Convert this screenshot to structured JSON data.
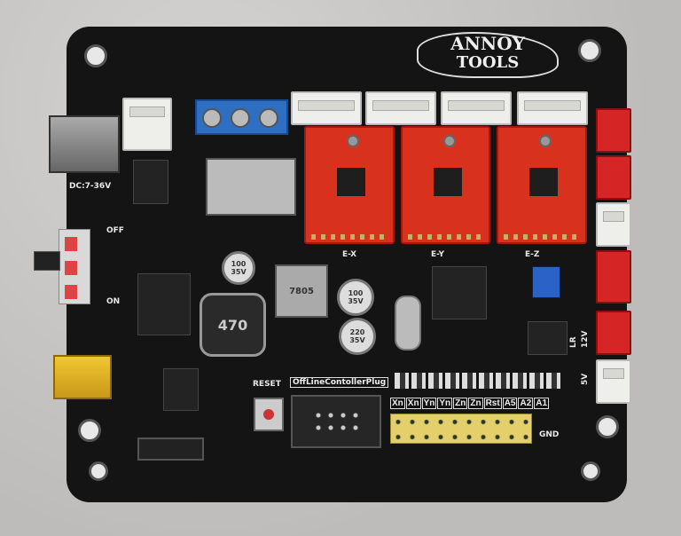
{
  "logo": {
    "line1": "ANNOY",
    "line2": "TOOLS"
  },
  "silkscreen": {
    "power_label": "DC:7-36V",
    "switch_off": "OFF",
    "switch_on": "ON",
    "driver_labels": [
      "E-X",
      "E-Y",
      "E-Z"
    ],
    "offline_plug": "OffLineContollerPlug",
    "reset": "RESET",
    "header_pins": [
      "Xn",
      "Xn",
      "Yn",
      "Yn",
      "Zn",
      "Zn",
      "Rst",
      "A5",
      "A2",
      "A1"
    ],
    "gnd": "GND",
    "side_12v": "12V",
    "side_5v": "5V",
    "side_lr": "LR",
    "inductor": "470",
    "cap1": "100 35V",
    "cap2": "100 35V",
    "cap3": "220 35V",
    "regulator": "7805"
  },
  "colors": {
    "board": "#141414",
    "driver": "#d8321f",
    "terminal": "#2e6fc4",
    "header": "#e3d06a",
    "usb_mini": "#e8b820"
  }
}
